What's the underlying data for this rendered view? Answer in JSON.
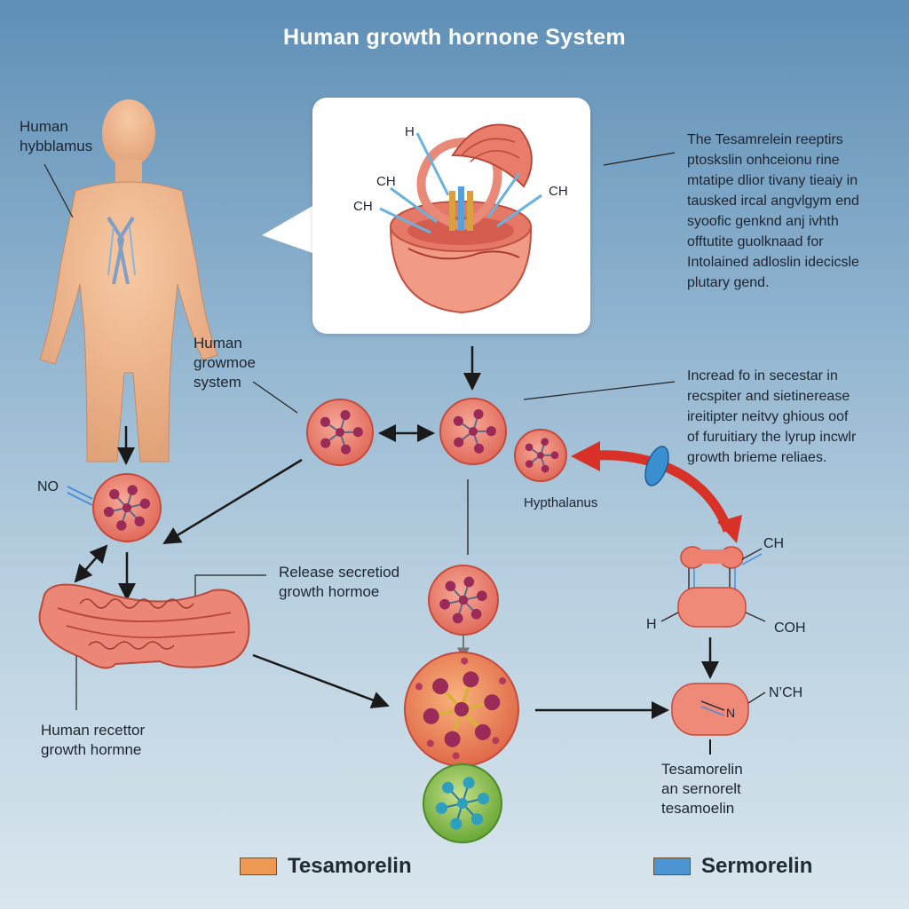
{
  "title": "Human growth hornone System",
  "callout_text": [
    "The Tesamrelein reeptirs",
    "ptoskslin onhceionu rine",
    "mtatipe dlior tivany tieaiy in",
    "tausked ircal angvlgym end",
    "syoofic genknd anj ivhth",
    "offtutite guolknaad for",
    "Intolained adloslin idecicsle",
    "plutary gend."
  ],
  "increase_text": [
    "Incread fo in secestar in",
    "recspiter and sietinerease",
    "ireitipter neitvy ghious oof",
    "of furuitiary the lyrup incwlr",
    "growth brieme reliaes."
  ],
  "labels": {
    "hypothalamus_top": "Human\nhybblamus",
    "system": "Human\ngrowmoe\nsystem",
    "no": "NO",
    "hypothalamus": "Hypthalanus",
    "release": "Release secretiod\ngrowth hormoe",
    "receptor": "Human recettor\ngrowth hormne",
    "tesamorelin_block": "Tesamorelin\nan sernorelt\ntesamoelin",
    "callout_h": "H",
    "callout_ch_left_top": "CH",
    "callout_ch_left": "CH",
    "callout_ch_right": "CH",
    "mol_ch": "CH",
    "mol_h": "H",
    "mol_coh": "COH",
    "mol_nch": "N’CH",
    "mol_n": "N"
  },
  "legend": [
    {
      "label": "Tesamorelin",
      "color": "#ee9a55"
    },
    {
      "label": "Sermorelin",
      "color": "#4a95d2"
    }
  ],
  "colors": {
    "cell_fill": "#ee8070",
    "cell_stroke": "#c44a3c",
    "atom": "#9a2a58",
    "arrow": "#1a1a1a",
    "red_arrow": "#d83228",
    "green_cell": "#7fb83e",
    "blue_atom": "#2f9fc0"
  }
}
